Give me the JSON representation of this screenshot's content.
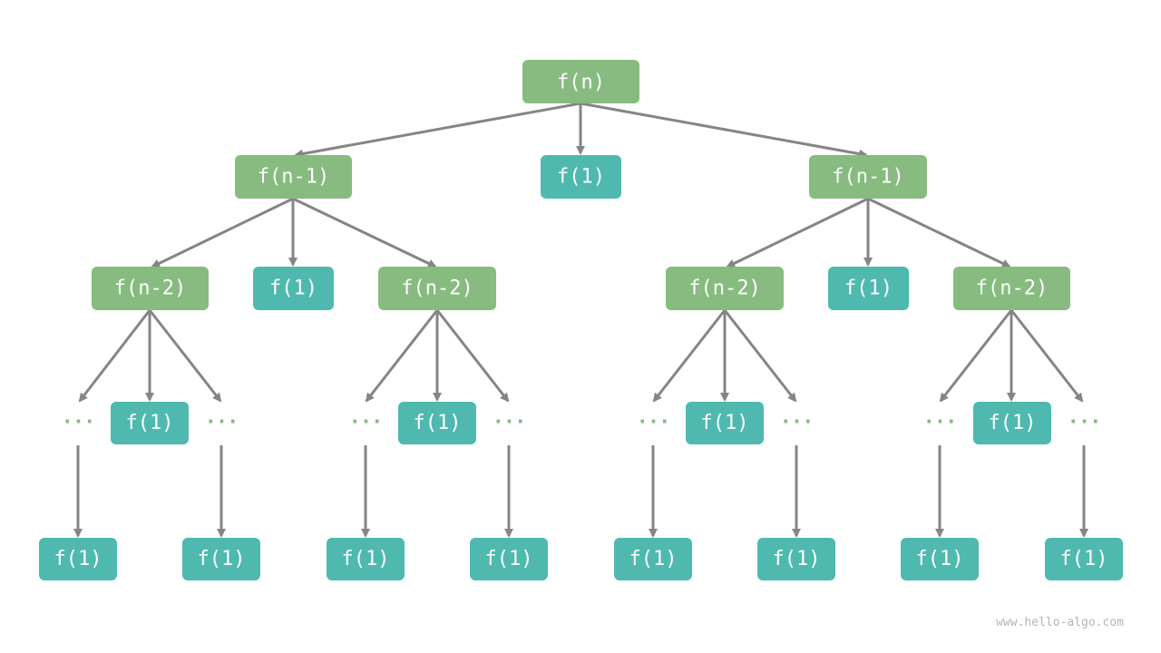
{
  "colors": {
    "call_node": "#87bb80",
    "base_case_node": "#4fb9b0",
    "edge": "#858585",
    "ellipsis": "#87bb80",
    "node_text": "#ffffff"
  },
  "nodes": {
    "root": "f(n)",
    "l1": [
      "f(n-1)",
      "f(1)",
      "f(n-1)"
    ],
    "l2": [
      "f(n-2)",
      "f(1)",
      "f(n-2)",
      "f(n-2)",
      "f(1)",
      "f(n-2)"
    ],
    "l3_mid": [
      "f(1)",
      "f(1)",
      "f(1)",
      "f(1)"
    ],
    "l3_ellipsis": "···",
    "l4": [
      "f(1)",
      "f(1)",
      "f(1)",
      "f(1)",
      "f(1)",
      "f(1)",
      "f(1)",
      "f(1)"
    ]
  },
  "watermark": "www.hello-algo.com"
}
